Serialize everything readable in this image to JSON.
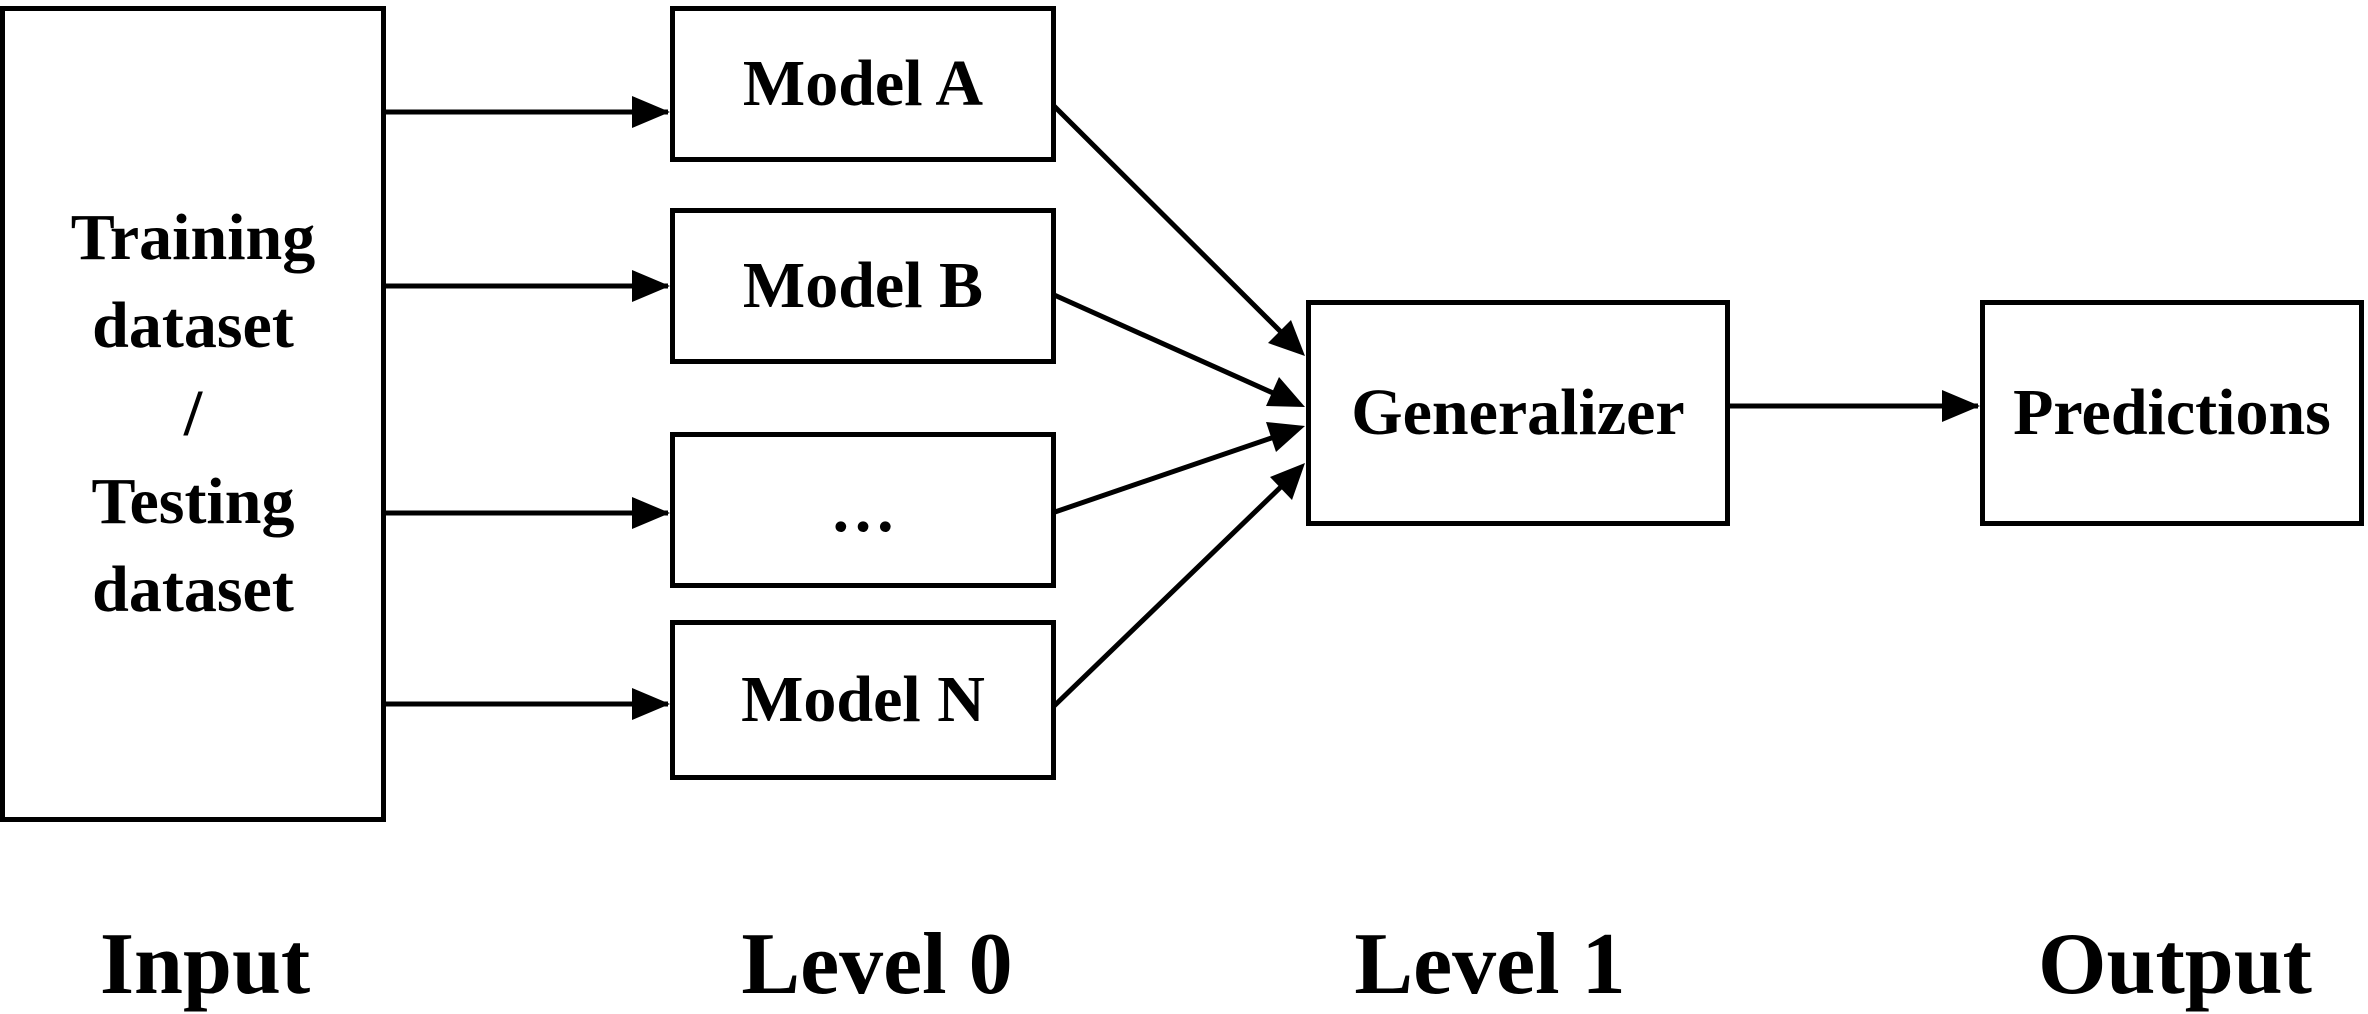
{
  "input": {
    "lines": [
      "Training",
      "dataset",
      "/",
      "Testing",
      "dataset"
    ]
  },
  "level0": {
    "models": [
      {
        "label": "Model A"
      },
      {
        "label": "Model B"
      },
      {
        "label": "…"
      },
      {
        "label": "Model N"
      }
    ]
  },
  "level1": {
    "generalizer": "Generalizer"
  },
  "output": {
    "predictions": "Predictions"
  },
  "stage_labels": {
    "input": "Input",
    "level0": "Level 0",
    "level1": "Level 1",
    "output": "Output"
  },
  "colors": {
    "stroke": "#000000",
    "background": "#ffffff"
  }
}
